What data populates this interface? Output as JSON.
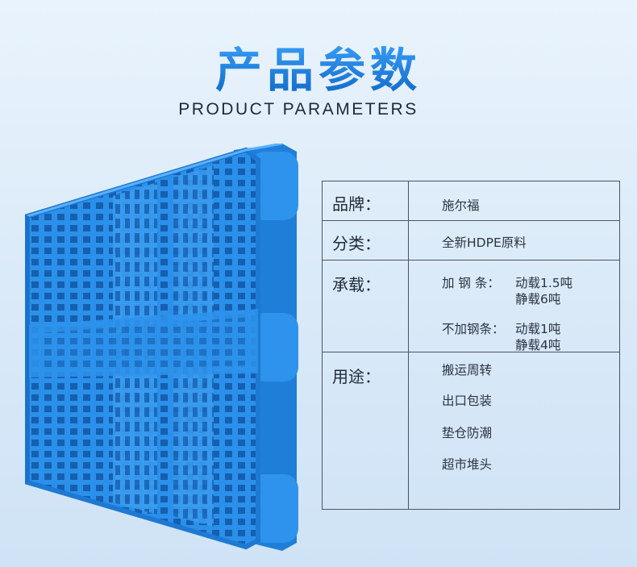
{
  "header": {
    "title": "产品参数",
    "subtitle": "PRODUCT PARAMETERS"
  },
  "colors": {
    "title_blue": "#1e7fd6",
    "pallet_blue": "#2a8fe8",
    "border": "#4a5563"
  },
  "params": {
    "brand": {
      "label": "品牌：",
      "value": "施尔福"
    },
    "category": {
      "label": "分类：",
      "value": "全新HDPE原料"
    },
    "load": {
      "label": "承载：",
      "with_steel": {
        "name": "加 钢 条：",
        "dynamic": "动载1.5吨",
        "static": "静载6吨"
      },
      "without_steel": {
        "name": "不加钢条：",
        "dynamic": "动载1吨",
        "static": "静载4吨"
      }
    },
    "usage": {
      "label": "用途：",
      "items": [
        "搬运周转",
        "出口包装",
        "垫仓防潮",
        "超市堆头"
      ]
    }
  },
  "image": {
    "icon": "plastic-pallet-icon"
  }
}
